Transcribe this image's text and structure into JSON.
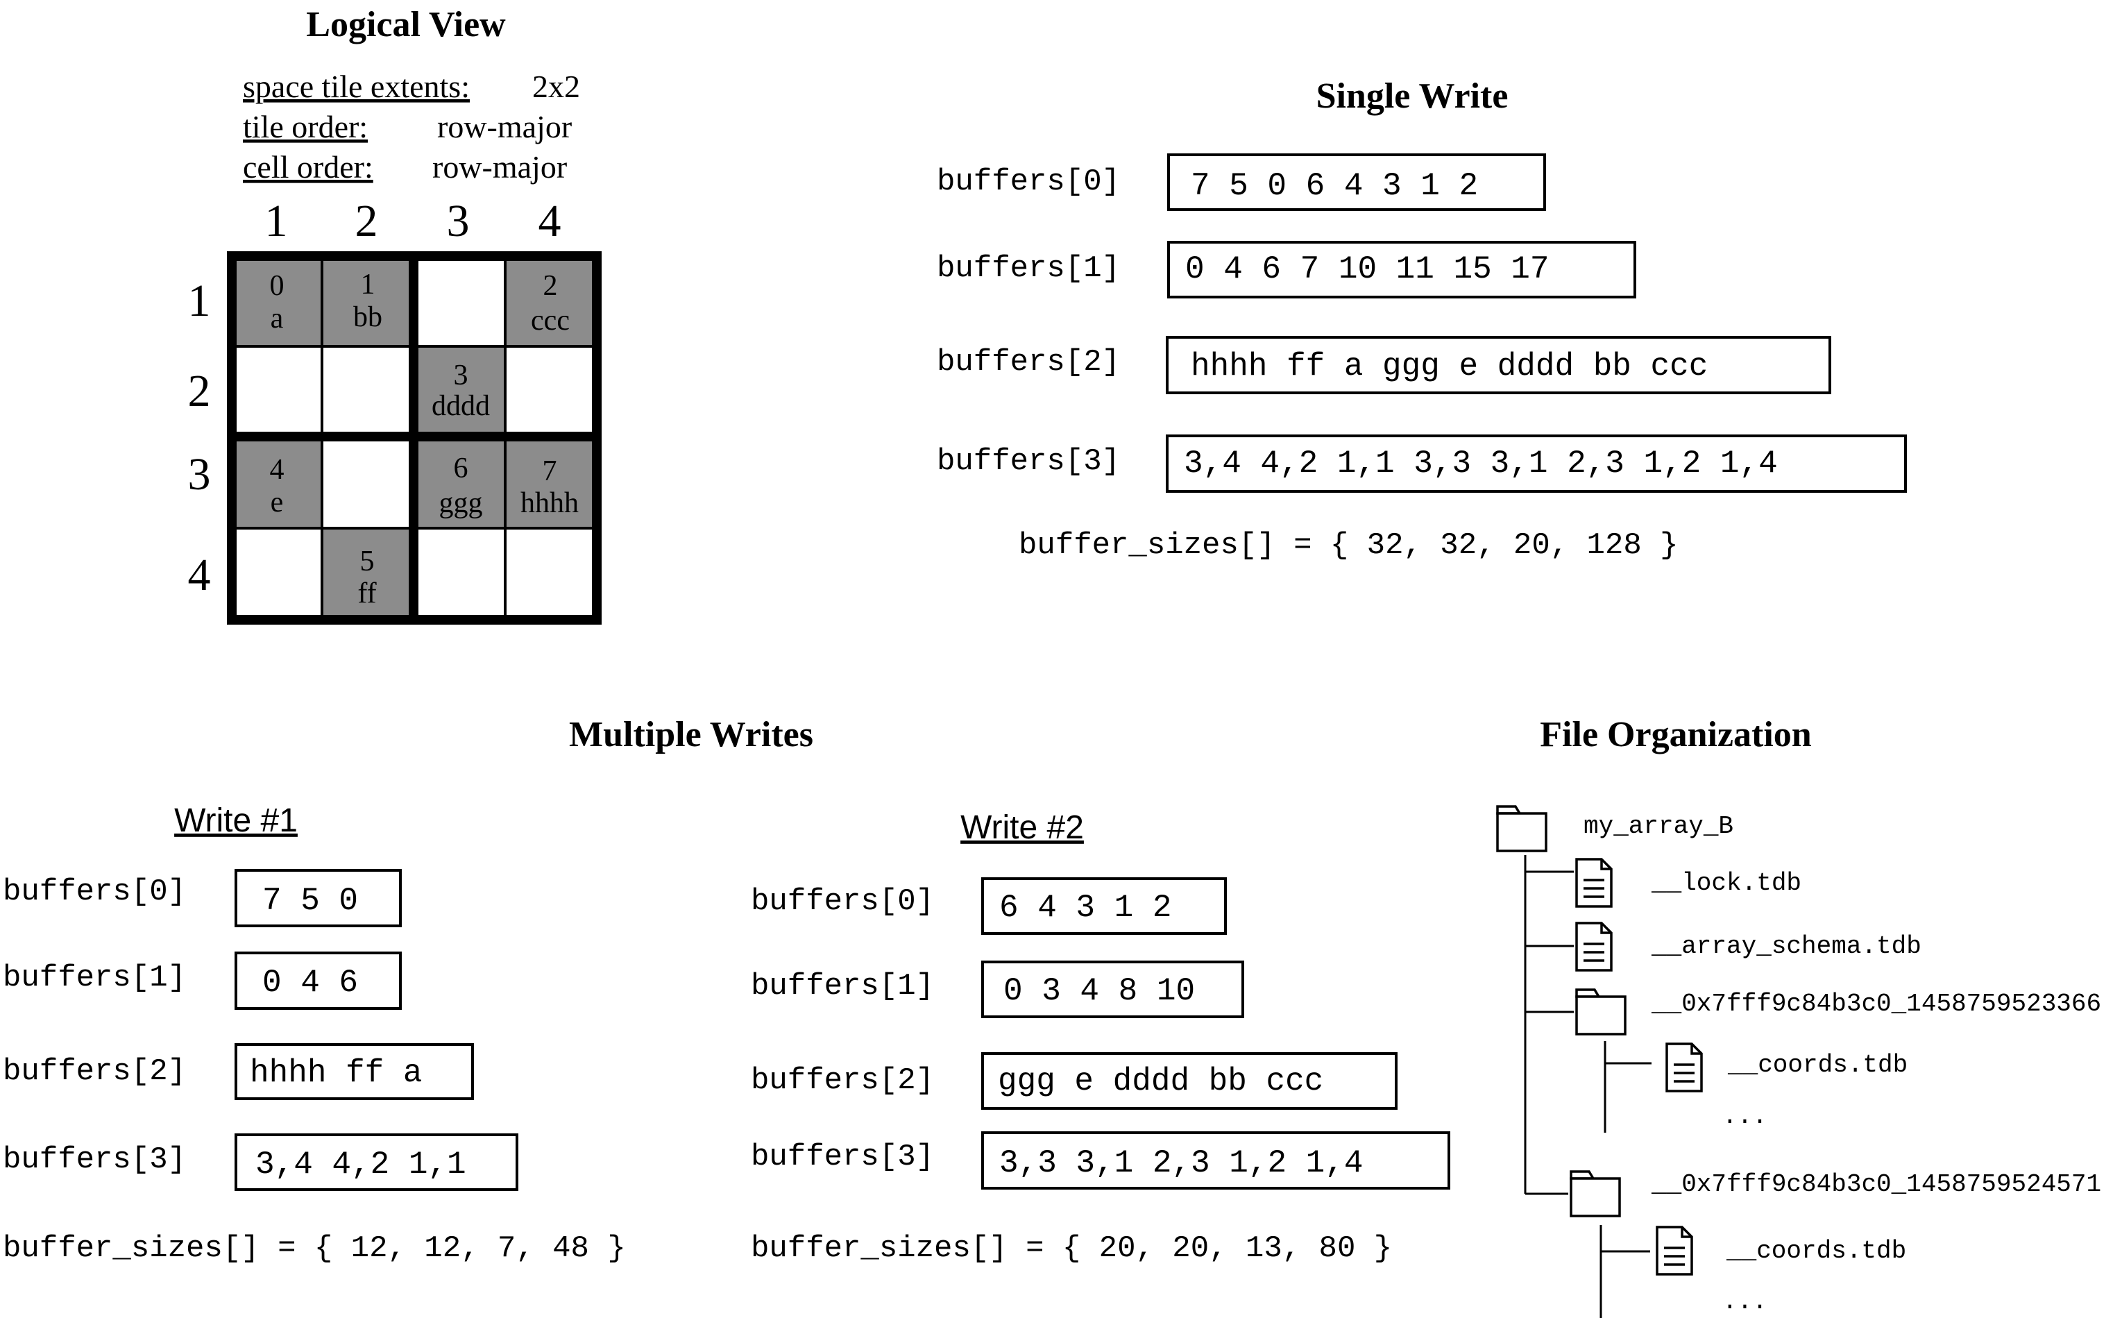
{
  "logical_view": {
    "title": "Logical View",
    "props": [
      {
        "label": "space tile extents:",
        "value": "2x2"
      },
      {
        "label": "tile order:",
        "value": "row-major"
      },
      {
        "label": "cell order:",
        "value": "row-major"
      }
    ],
    "col_headers": [
      "1",
      "2",
      "3",
      "4"
    ],
    "row_headers": [
      "1",
      "2",
      "3",
      "4"
    ],
    "cells": [
      {
        "row": 1,
        "col": 1,
        "index": "0",
        "value": "a"
      },
      {
        "row": 1,
        "col": 2,
        "index": "1",
        "value": "bb"
      },
      {
        "row": 1,
        "col": 4,
        "index": "2",
        "value": "ccc"
      },
      {
        "row": 2,
        "col": 3,
        "index": "3",
        "value": "dddd"
      },
      {
        "row": 3,
        "col": 1,
        "index": "4",
        "value": "e"
      },
      {
        "row": 3,
        "col": 3,
        "index": "6",
        "value": "ggg"
      },
      {
        "row": 3,
        "col": 4,
        "index": "7",
        "value": "hhhh"
      },
      {
        "row": 4,
        "col": 2,
        "index": "5",
        "value": "ff"
      }
    ]
  },
  "single_write": {
    "title": "Single Write",
    "buffers": [
      {
        "label": "buffers[0]",
        "content": "7 5 0 6 4 3 1 2"
      },
      {
        "label": "buffers[1]",
        "content": "0 4 6 7 10 11 15 17"
      },
      {
        "label": "buffers[2]",
        "content": "hhhh ff a ggg e dddd bb ccc"
      },
      {
        "label": "buffers[3]",
        "content": "3,4 4,2 1,1 3,3 3,1 2,3 1,2 1,4"
      }
    ],
    "sizes": "buffer_sizes[] = { 32, 32, 20, 128 }"
  },
  "multiple_writes": {
    "title": "Multiple Writes",
    "writes": [
      {
        "title": "Write #1",
        "buffers": [
          {
            "label": "buffers[0]",
            "content": "7 5 0"
          },
          {
            "label": "buffers[1]",
            "content": "0 4 6"
          },
          {
            "label": "buffers[2]",
            "content": "hhhh ff a"
          },
          {
            "label": "buffers[3]",
            "content": "3,4 4,2 1,1"
          }
        ],
        "sizes": "buffer_sizes[] = { 12, 12, 7, 48 }"
      },
      {
        "title": "Write #2",
        "buffers": [
          {
            "label": "buffers[0]",
            "content": "6 4 3 1 2"
          },
          {
            "label": "buffers[1]",
            "content": "0 3 4 8 10"
          },
          {
            "label": "buffers[2]",
            "content": "ggg e dddd bb ccc"
          },
          {
            "label": "buffers[3]",
            "content": "3,3 3,1 2,3 1,2 1,4"
          }
        ],
        "sizes": "buffer_sizes[] = { 20, 20, 13, 80 }"
      }
    ]
  },
  "file_organization": {
    "title": "File Organization",
    "root": "my_array_B",
    "lock_file": "__lock.tdb",
    "schema_file": "__array_schema.tdb",
    "fragments": [
      {
        "name": "__0x7fff9c84b3c0_1458759523366",
        "file": "__coords.tdb",
        "more": "..."
      },
      {
        "name": "__0x7fff9c84b3c0_1458759524571",
        "file": "__coords.tdb",
        "more": "..."
      }
    ]
  },
  "icons": {
    "folder": "folder-icon",
    "file": "file-icon"
  },
  "colors": {
    "filled_cell": "#8c8c8c",
    "empty_cell": "#ffffff",
    "stroke": "#000000"
  }
}
